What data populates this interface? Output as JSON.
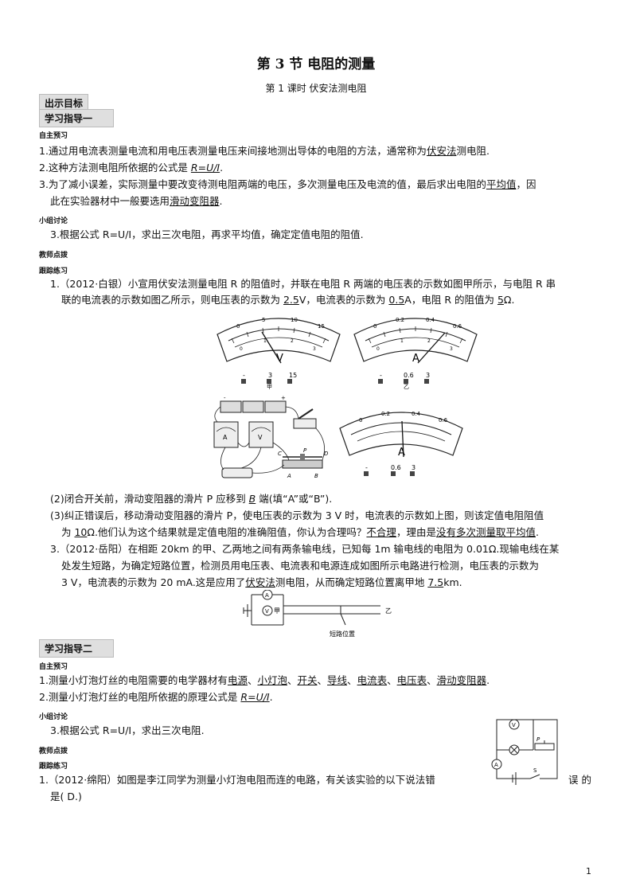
{
  "header": {
    "title": "第 3 节  电阻的测量",
    "subtitle": "第 1 课时  伏安法测电阻"
  },
  "section1": {
    "tag_goal": "出示目标",
    "tag_guide": "学习指导一",
    "lab_preview": "自主预习",
    "p1a": "1.通过用电流表测量电流和用电压表测量电压来间接地测出导体的电阻的方法，通常称为",
    "p1b": "伏安法",
    "p1c": "测电阻.",
    "p2a": "2.这种方法测电阻所依据的公式是 ",
    "p2b": "R=U/I",
    "p2c": ".",
    "p3a": "3.为了减小误差，实际测量中要改变待测电阻两端的电压，多次测量电压及电流的值，最后求出电阻的",
    "p3b": "平均值",
    "p3c": "，因",
    "p3d": "此在实验器材中一般要选用",
    "p3e": "滑动变阻器",
    "p3f": ".",
    "lab_group": "小组讨论",
    "g1": "3.根据公式 R=U/I，求出三次电阻，再求平均值，确定定值电阻的阻值.",
    "lab_teacher": "教师点拨",
    "lab_practice": "跟踪练习",
    "q1a": "1.（2012·白银）小宣用伏安法测量电阻 R 的阻值时，并联在电阻 R 两端的电压表的示数如图甲所示，与电阻 R 串",
    "q1b": "联的电流表的示数如图乙所示，则电压表的示数为 ",
    "q1c": "2.5",
    "q1d": "V，电流表的示数为 ",
    "q1e": "0.5",
    "q1f": "A，电阻 R 的阻值为 ",
    "q1g": "5",
    "q1h": "Ω.",
    "fig_jia": "甲",
    "fig_yi": "乙",
    "meter_V": "V",
    "meter_A": "A",
    "v_ticks": [
      "0",
      "5",
      "10",
      "15"
    ],
    "v_inner": [
      "0",
      "1",
      "2",
      "3"
    ],
    "a_ticks": [
      "0",
      "0.2",
      "0.4",
      "0.6"
    ],
    "a_inner": [
      "0",
      "1",
      "2",
      "3"
    ],
    "v_terms": [
      "-",
      "3",
      "15"
    ],
    "a_terms": [
      "-",
      "0.6",
      "3"
    ],
    "q2a": "(2)闭合开关前，滑动变阻器的滑片 P 应移到 ",
    "q2b": "B",
    "q2c": " 端(填“A”或“B”).",
    "q3a": "(3)纠正错误后，移动滑动变阻器的滑片 P，使电压表的示数为 3 V 时，电流表的示数如上图，则该定值电阻阻值",
    "q3b": "为 ",
    "q3c": "10",
    "q3d": "Ω.他们认为这个结果就是定值电阻的准确阻值，你认为合理吗？",
    "q3e": "不合理",
    "q3f": "，理由是",
    "q3g": "没有多次测量取平均值",
    "q3h": ".",
    "q4a": "3.（2012·岳阳）在相距 20km 的甲、乙两地之间有两条输电线，已知每 1m 输电线的电阻为 0.01Ω.现输电线在某",
    "q4b": "处发生短路，为确定短路位置，检测员用电压表、电流表和电源连成如图所示电路进行检测，电压表的示数为",
    "q4c": "3 V，电流表的示数为 20 mA.这是应用了",
    "q4d": "伏安法",
    "q4e": "测电阻，从而确定短路位置离甲地 ",
    "q4f": "7.5",
    "q4g": "km.",
    "fig_short_jia": "甲",
    "fig_short_yi": "乙",
    "fig_short_label": "短路位置",
    "circuit_labels": [
      "C",
      "D",
      "P",
      "A",
      "B"
    ]
  },
  "section2": {
    "tag_guide2": "学习指导二",
    "lab_preview": "自主预习",
    "s1a": "1.测量小灯泡灯丝的电阻需要的电学器材有",
    "s1_items": [
      "电源",
      "小灯泡",
      "开关",
      "导线",
      "电流表",
      "电压表",
      "滑动变阻器"
    ],
    "s1_end": ".",
    "s2a": "2.测量小灯泡灯丝的电阻所依据的原理公式是 ",
    "s2b": "R=U/I",
    "s2c": ".",
    "lab_group": "小组讨论",
    "g1": "3.根据公式 R=U/I，求出三次电阻.",
    "lab_teacher": "教师点拨",
    "lab_practice": "跟踪练习",
    "r1a": "1.（2012·绵阳）如图是李江同学为测量小灯泡电阻而连的电路，有关该实验的以下说法错",
    "r1b": "误 的",
    "r1c": "是(",
    "r1d": " D.",
    "r1e": ")",
    "fig_labels": [
      "V",
      "P",
      "A",
      "S"
    ]
  },
  "footer": {
    "page_number": "1"
  }
}
